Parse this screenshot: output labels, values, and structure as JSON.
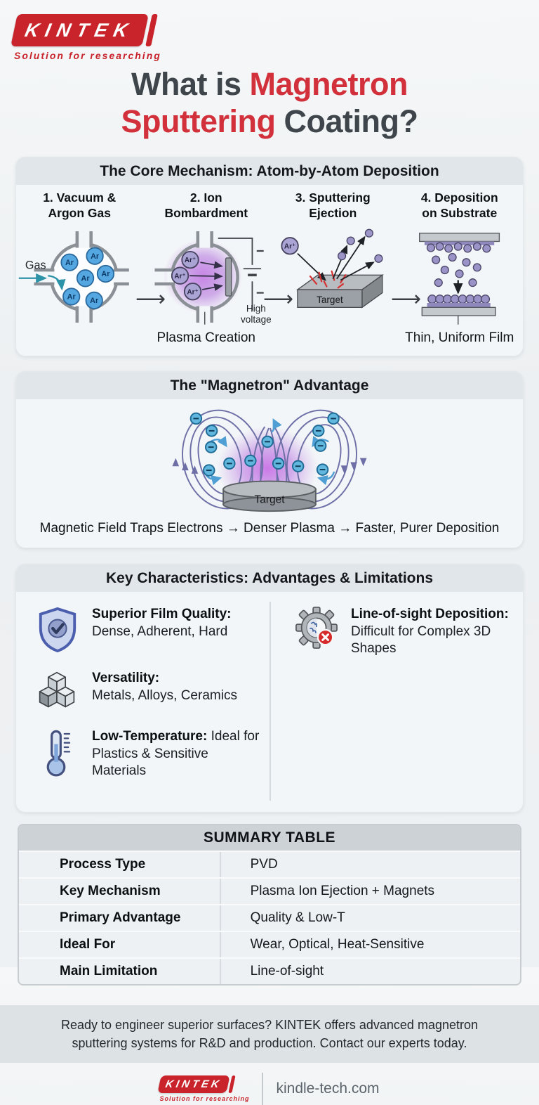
{
  "brand": {
    "logo_text": "KINTEK",
    "tagline": "Solution for researching",
    "red": "#c9242b"
  },
  "title": {
    "line1_gray": "What is ",
    "line1_red": "Magnetron",
    "line2_red": "Sputtering",
    "line2_gray": " Coating?"
  },
  "core_mechanism": {
    "header": "The Core Mechanism: Atom-by-Atom Deposition",
    "arrow_icon": "⟶",
    "steps": [
      {
        "title_line1": "1. Vacuum &",
        "title_line2": "Argon Gas"
      },
      {
        "title_line1": "2. Ion",
        "title_line2": "Bombardment"
      },
      {
        "title_line1": "3. Sputtering",
        "title_line2": "Ejection"
      },
      {
        "title_line1": "4. Deposition",
        "title_line2": "on Substrate"
      }
    ],
    "labels": {
      "gas": "Gas",
      "atom": "Ar",
      "ion": "Ar⁺",
      "high_voltage_line1": "High",
      "high_voltage_line2": "voltage",
      "plasma_creation": "Plasma Creation",
      "target": "Target",
      "thin_film": "Thin, Uniform Film"
    }
  },
  "magnetron_advantage": {
    "header": "The \"Magnetron\" Advantage",
    "target_label": "Target",
    "caption": "Magnetic Field Traps Electrons → Denser Plasma → Faster, Purer Deposition"
  },
  "key_characteristics": {
    "header": "Key Characteristics: Advantages & Limitations",
    "advantages": [
      {
        "icon": "shield-check-icon",
        "title": "Superior Film Quality:",
        "desc": "Dense, Adherent, Hard"
      },
      {
        "icon": "cubes-icon",
        "title": "Versatility:",
        "desc": "Metals, Alloys, Ceramics"
      },
      {
        "icon": "thermometer-icon",
        "title": "Low-Temperature:",
        "desc": "Ideal for Plastics & Sensitive Materials"
      }
    ],
    "limitations": [
      {
        "icon": "gear-x-icon",
        "title": "Line-of-sight Deposition:",
        "desc": "Difficult for Complex 3D Shapes"
      }
    ]
  },
  "summary_table": {
    "header": "SUMMARY TABLE",
    "rows": [
      {
        "label": "Process Type",
        "value": "PVD"
      },
      {
        "label": "Key Mechanism",
        "value": "Plasma Ion Ejection + Magnets"
      },
      {
        "label": "Primary Advantage",
        "value": "Quality & Low-T"
      },
      {
        "label": "Ideal For",
        "value": "Wear, Optical, Heat-Sensitive"
      },
      {
        "label": "Main Limitation",
        "value": "Line-of-sight"
      }
    ]
  },
  "footer": {
    "cta": "Ready to engineer superior surfaces? KINTEK offers advanced magnetron sputtering systems for R&D and production. Contact our experts today.",
    "website": "kindle-tech.com"
  }
}
